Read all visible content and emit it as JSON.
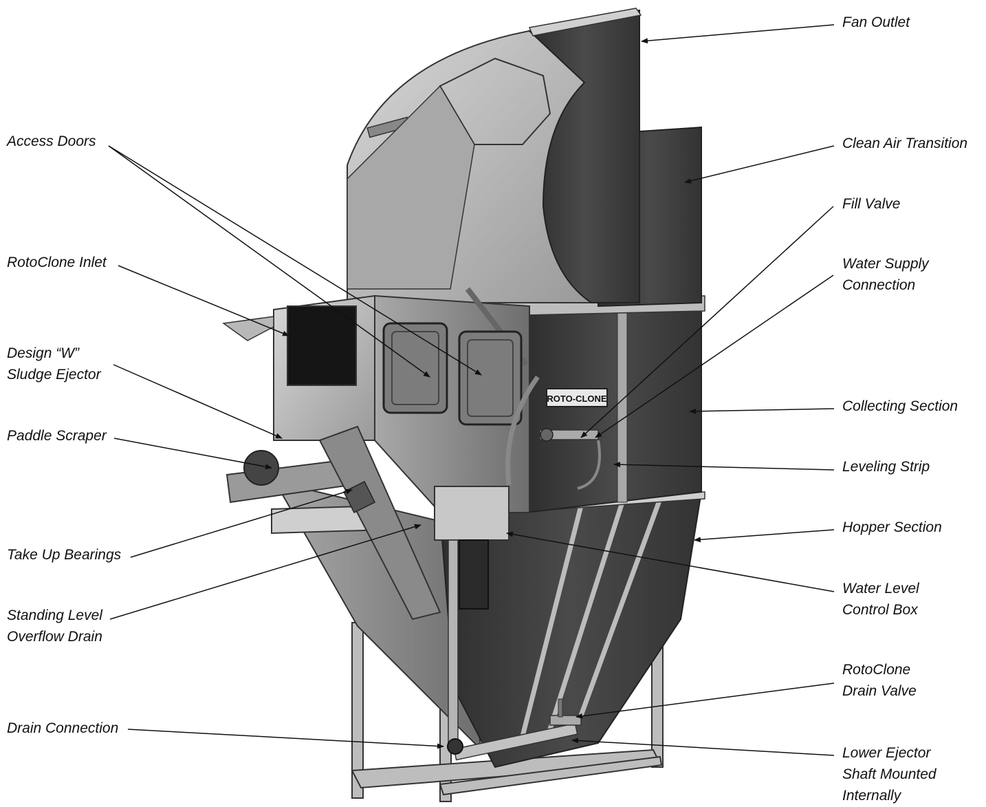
{
  "labels": {
    "fan_outlet": "Fan Outlet",
    "access_doors": "Access Doors",
    "clean_air_transition": "Clean Air Transition",
    "fill_valve": "Fill Valve",
    "rotoclone_inlet": "RotoClone Inlet",
    "water_supply_connection": [
      "Water Supply",
      "Connection"
    ],
    "design_w_sludge_ejector": [
      "Design “W”",
      "Sludge Ejector"
    ],
    "collecting_section": "Collecting Section",
    "paddle_scraper": "Paddle Scraper",
    "leveling_strip": "Leveling Strip",
    "hopper_section": "Hopper Section",
    "take_up_bearings": "Take Up Bearings",
    "water_level_control_box": [
      "Water Level",
      "Control Box"
    ],
    "standing_level_overflow_drain": [
      "Standing Level",
      "Overflow Drain"
    ],
    "rotoclone_drain_valve": [
      "RotoClone",
      "Drain Valve"
    ],
    "drain_connection": "Drain Connection",
    "lower_ejector_shaft": [
      "Lower Ejector",
      "Shaft Mounted",
      "Internally"
    ]
  },
  "nameplate": "ROTO-CLONE",
  "colors": {
    "ink": "#111111",
    "metal_light": "#c9c9c9",
    "metal_mid": "#8e8e8e",
    "metal_dark": "#3c3c3c"
  }
}
